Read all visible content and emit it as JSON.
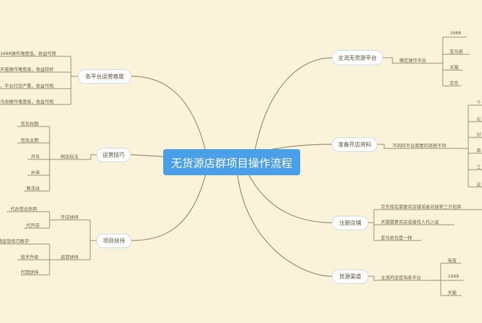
{
  "center": "无货源店群项目操作流程",
  "left": {
    "difficulty": {
      "title": "各平台运营难度",
      "items": [
        "1688操作难度低，收益可观",
        "天猫操作难度高，收益较好",
        "，平台打压严重，收益可观",
        "马逊操作难度高，收益可观"
      ]
    },
    "skills": {
      "title": "运营技巧",
      "label": "网店玩法",
      "items": [
        "优化标题",
        "优化主图",
        "开车",
        "补单",
        "做活动"
      ]
    },
    "support": {
      "title": "项目扶持",
      "open": {
        "label": "开店扶持",
        "items": [
          "代办营业执照",
          "代开店"
        ]
      },
      "ops": {
        "label": "运营扶持",
        "items": [
          "店铺运营技巧教学",
          "技术升级",
          "代理扶持"
        ]
      }
    }
  },
  "right": {
    "platforms": {
      "title": "主流无货源平台",
      "label": "确定操作平台",
      "items": [
        "1688",
        "亚马逊",
        "天猫",
        "京东"
      ]
    },
    "docs": {
      "title": "准备开店资料",
      "label": "不同的平台需要的资质不同",
      "items": [
        "个",
        "公",
        "对",
        "商",
        "工",
        "企"
      ]
    },
    "register": {
      "title": "注册店铺",
      "items": [
        "京东现在需要买店铺或者对接第三方招商",
        "天猫需要买店或者找人代入驻",
        "亚马逊也是一样"
      ]
    },
    "sources": {
      "title": "货源渠道",
      "label": "主流的还是淘系平台",
      "items": [
        "淘宝",
        "1688",
        "天猫"
      ]
    }
  },
  "colors": {
    "background": "#fbf2da",
    "center": "#4a9fe8",
    "line": "#9a8a6e"
  }
}
